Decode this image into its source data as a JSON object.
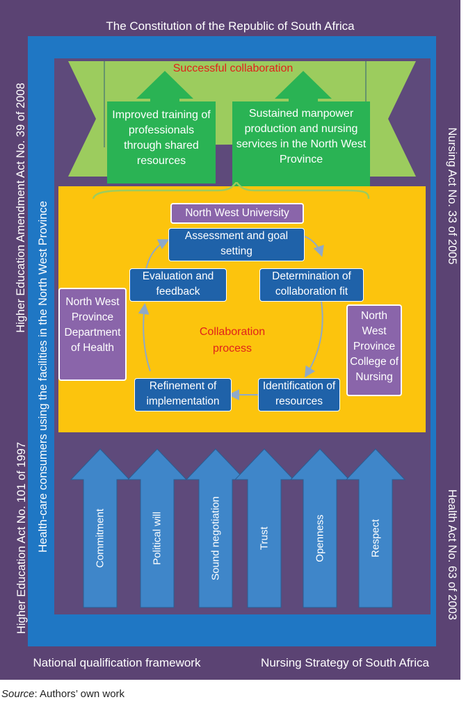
{
  "frame": {
    "top": "The Constitution of the Republic of South Africa",
    "left_upper": "Higher Education Amendment Act No. 39 of 2008",
    "left_lower": "Higher Education Act No. 101 of 1997",
    "right_upper": "Nursing Act No. 33 of 2005",
    "right_lower": "Health Act No. 63 of 2003",
    "bottom_left": "National qualification framework",
    "bottom_right": "Nursing Strategy of South Africa",
    "inner_left": "Health-care consumers using the facilities in the North West Province"
  },
  "outcome": {
    "title": "Successful collaboration",
    "left": "Improved training of professionals through shared resources",
    "right": "Sustained manpower production and nursing services in the North West Province"
  },
  "process": {
    "title": "Collaboration process",
    "university": "North West University",
    "steps": {
      "assessment": "Assessment and goal setting",
      "determination": "Determination of collaboration fit",
      "identification": "Identification of resources",
      "refinement": "Refinement of implementation",
      "evaluation": "Evaluation and feedback"
    },
    "left_partner": "North West Province Department of Health",
    "right_partner": "North West Province College of Nursing"
  },
  "pillars": [
    "Commitment",
    "Political will",
    "Sound negotiation",
    "Trust",
    "Openness",
    "Respect"
  ],
  "source": {
    "label": "Source",
    "text": ": Authors’ own work"
  },
  "colors": {
    "outer": "#5b4373",
    "blue_band": "#1f77c4",
    "inner": "#5e4a7b",
    "process_bg": "#fcc40d",
    "light_green": "#9ccc5e",
    "green": "#2ab354",
    "step_box": "#1f62a9",
    "partner_box": "#8a65aa",
    "pillar_arrow": "#3f86c9",
    "accent_red": "#e0211b"
  }
}
